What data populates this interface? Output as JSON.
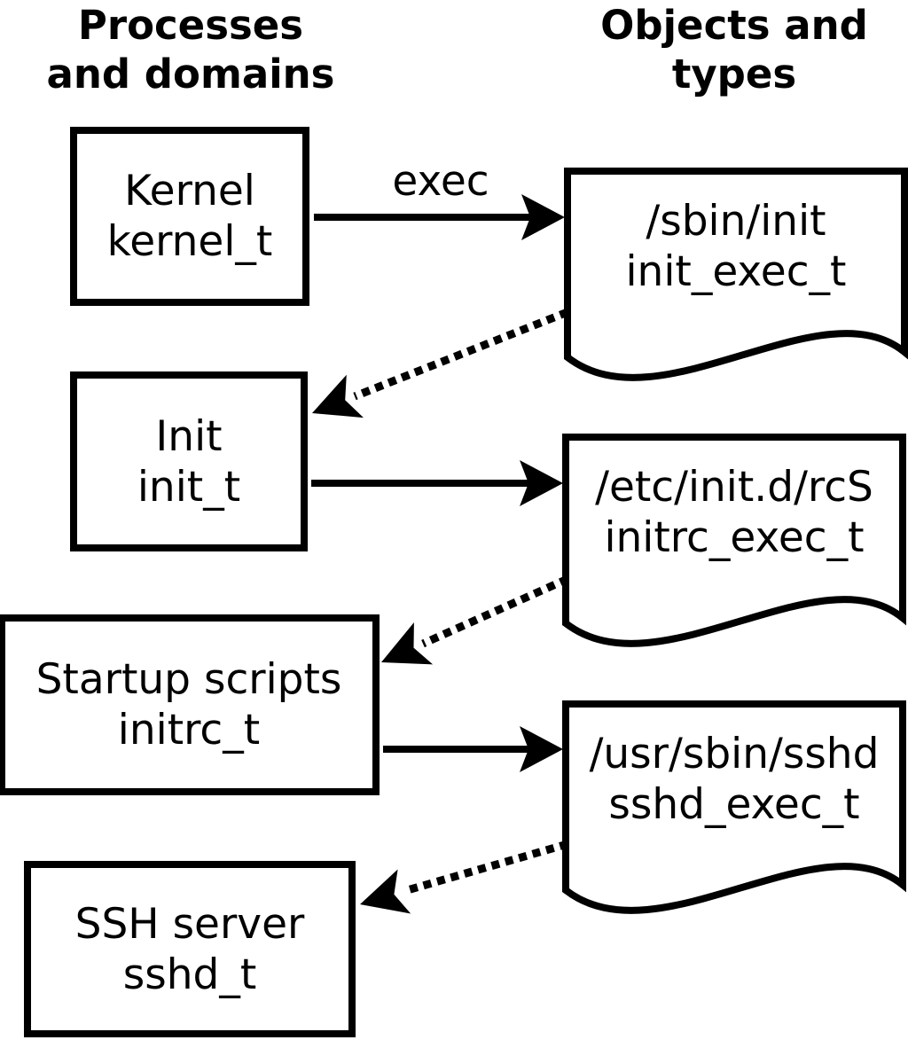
{
  "columns": {
    "left_header_line1": "Processes",
    "left_header_line2": "and domains",
    "right_header_line1": "Objects and",
    "right_header_line2": "types"
  },
  "process_nodes": [
    {
      "label": "Kernel",
      "domain": "kernel_t"
    },
    {
      "label": "Init",
      "domain": "init_t"
    },
    {
      "label": "Startup scripts",
      "domain": "initrc_t"
    },
    {
      "label": "SSH server",
      "domain": "sshd_t"
    }
  ],
  "object_nodes": [
    {
      "path": "/sbin/init",
      "type": "init_exec_t"
    },
    {
      "path": "/etc/init.d/rcS",
      "type": "initrc_exec_t"
    },
    {
      "path": "/usr/sbin/sshd",
      "type": "sshd_exec_t"
    }
  ],
  "labels": {
    "exec_arrow": "exec"
  },
  "colors": {
    "stroke": "#000000",
    "fill": "#ffffff"
  }
}
